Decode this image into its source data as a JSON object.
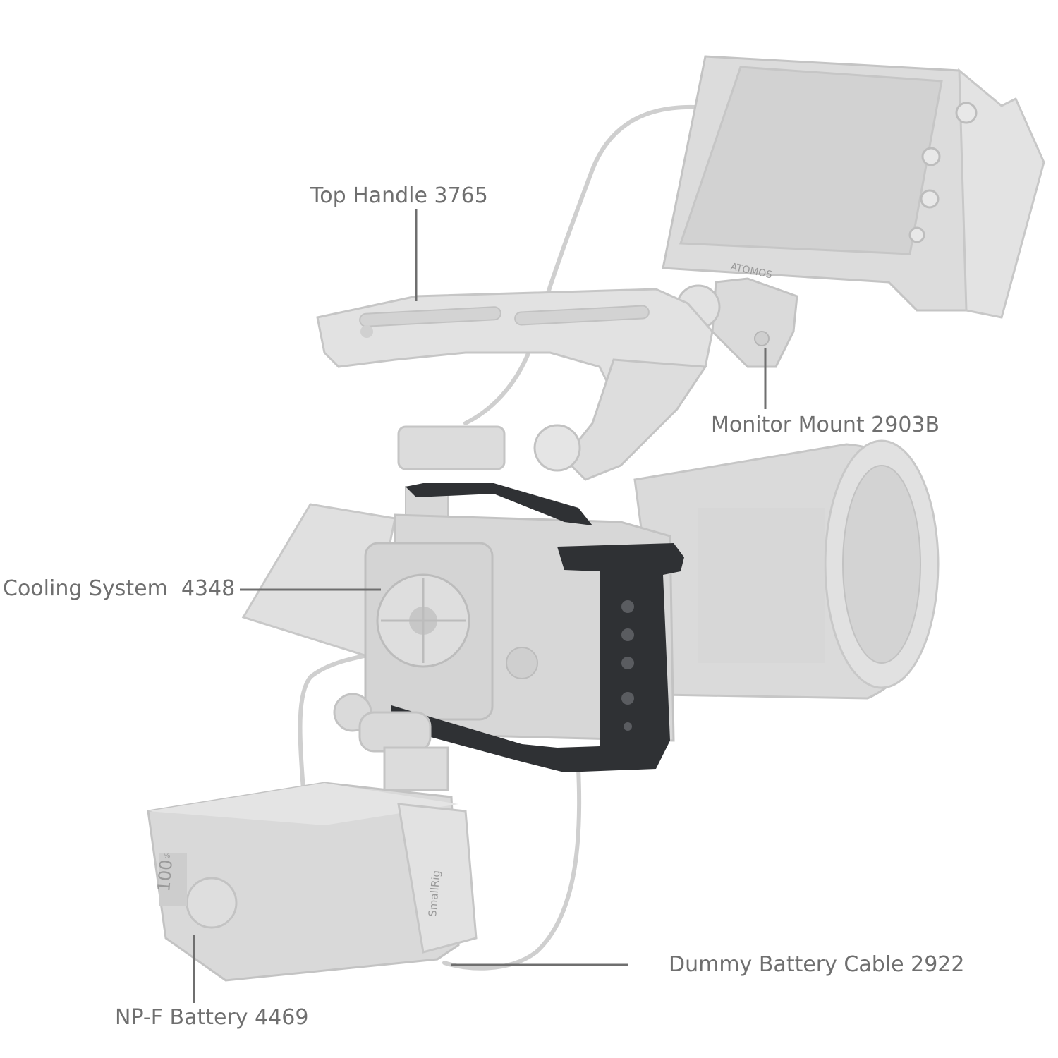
{
  "callouts": {
    "top_handle": "Top Handle 3765",
    "monitor_mount": "Monitor Mount 2903B",
    "cooling_system": "Cooling System  4348",
    "dummy_battery_cable": "Dummy Battery Cable 2922",
    "npf_battery": "NP-F Battery 4469"
  },
  "product_marks": {
    "monitor_brand": "ATOMOS",
    "battery_brand": "SmallRig",
    "battery_display": "100",
    "battery_unit": "%"
  },
  "colors": {
    "callout_text": "#6f6f6f",
    "leader_line": "#6f6f6f",
    "accessory_gray": "#d9d9d9",
    "cage_black": "#2f3134"
  }
}
